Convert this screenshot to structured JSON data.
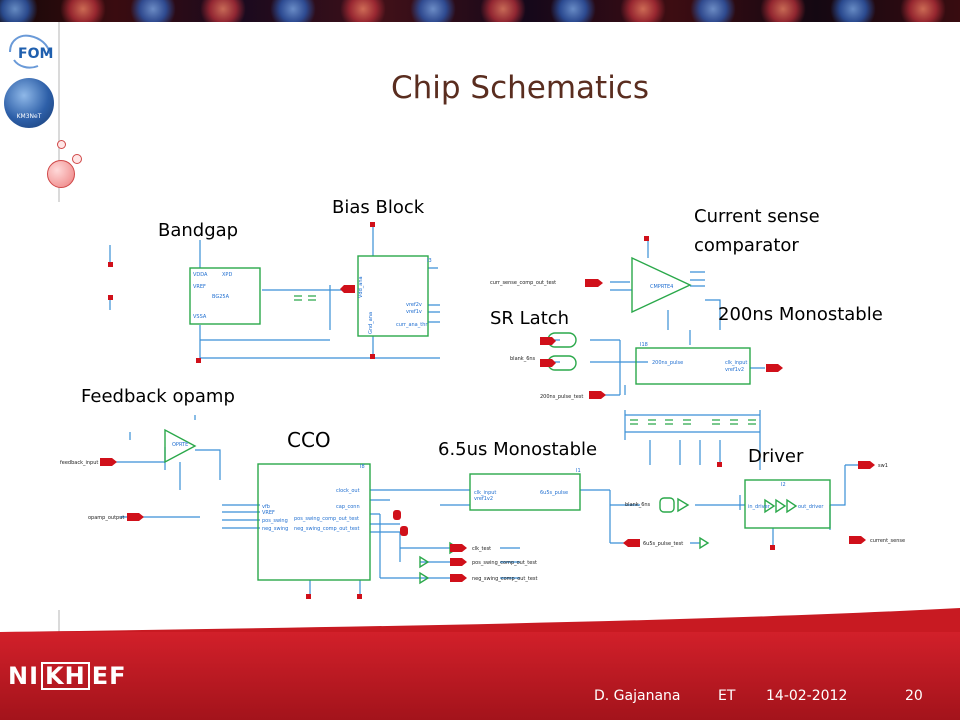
{
  "slide": {
    "title": "Chip Schematics",
    "page_number": "20"
  },
  "logos": {
    "fom": "FOM",
    "km3net": "KM3NeT",
    "nikhef_pre": "NI",
    "nikhef_box": "KH",
    "nikhef_post": "EF"
  },
  "labels": {
    "bandgap": "Bandgap",
    "bias_block": "Bias Block",
    "current_sense_line1": "Current sense",
    "current_sense_line2": "comparator",
    "sr_latch": "SR Latch",
    "mono_200ns": "200ns Monostable",
    "feedback_opamp": "Feedback opamp",
    "cco": "CCO",
    "mono_6_5us": "6.5us Monostable",
    "driver": "Driver"
  },
  "pins": {
    "curr_sense_comp_out_test": "curr_sense_comp_out_test",
    "feedback_input": "feedback_input",
    "opamp_output": "opamp_output",
    "clk_test": "clk_test",
    "pos_swing_comp_out_test": "pos_swing_comp_out_test",
    "neg_swing_comp_out_test": "neg_swing_comp_out_test",
    "mono_200ns_pulse_test": "200ns_pulse_test",
    "mono_6_5us_pulse_test": "6u5s_pulse_test",
    "current_sense": "current_sense",
    "sw1": "sw1",
    "blank": "blank_6ns"
  },
  "blocks": {
    "bandgap": "BG25A",
    "opamp": "OPRTE",
    "comparator": "CMPRTE4",
    "bias": "I3",
    "mono200": "I18",
    "cco": "I8",
    "mono65": "I1",
    "driver": "I2"
  },
  "block_pins": {
    "bandgap": [
      "VDDA",
      "XPD",
      "VREF",
      "VSSA"
    ],
    "bias": [
      "Vdd_ana",
      "Gnd_ana",
      "vref2v",
      "vref1v",
      "curr_ana_thr"
    ],
    "mono200": [
      "clk_input",
      "vref1v2",
      "200ns_pulse"
    ],
    "cco": [
      "clock_out",
      "cap_conn",
      "pos_swing_comp_out_test",
      "neg_swing_comp_out_test",
      "vfb",
      "VREF",
      "pos_swing",
      "neg_swing"
    ],
    "mono65": [
      "clk_input",
      "vref1v2",
      "6u5s_pulse"
    ],
    "driver": [
      "in_driver",
      "out_driver"
    ]
  },
  "footer": {
    "author": "D. Gajanana",
    "group": "ET",
    "date": "14-02-2012"
  },
  "colors": {
    "title": "#5a2d1f",
    "schematic_wire": "#3a8fd6",
    "schematic_block": "#2aa84a",
    "pin_red": "#d0101a",
    "footer_red": "#c81a22"
  }
}
